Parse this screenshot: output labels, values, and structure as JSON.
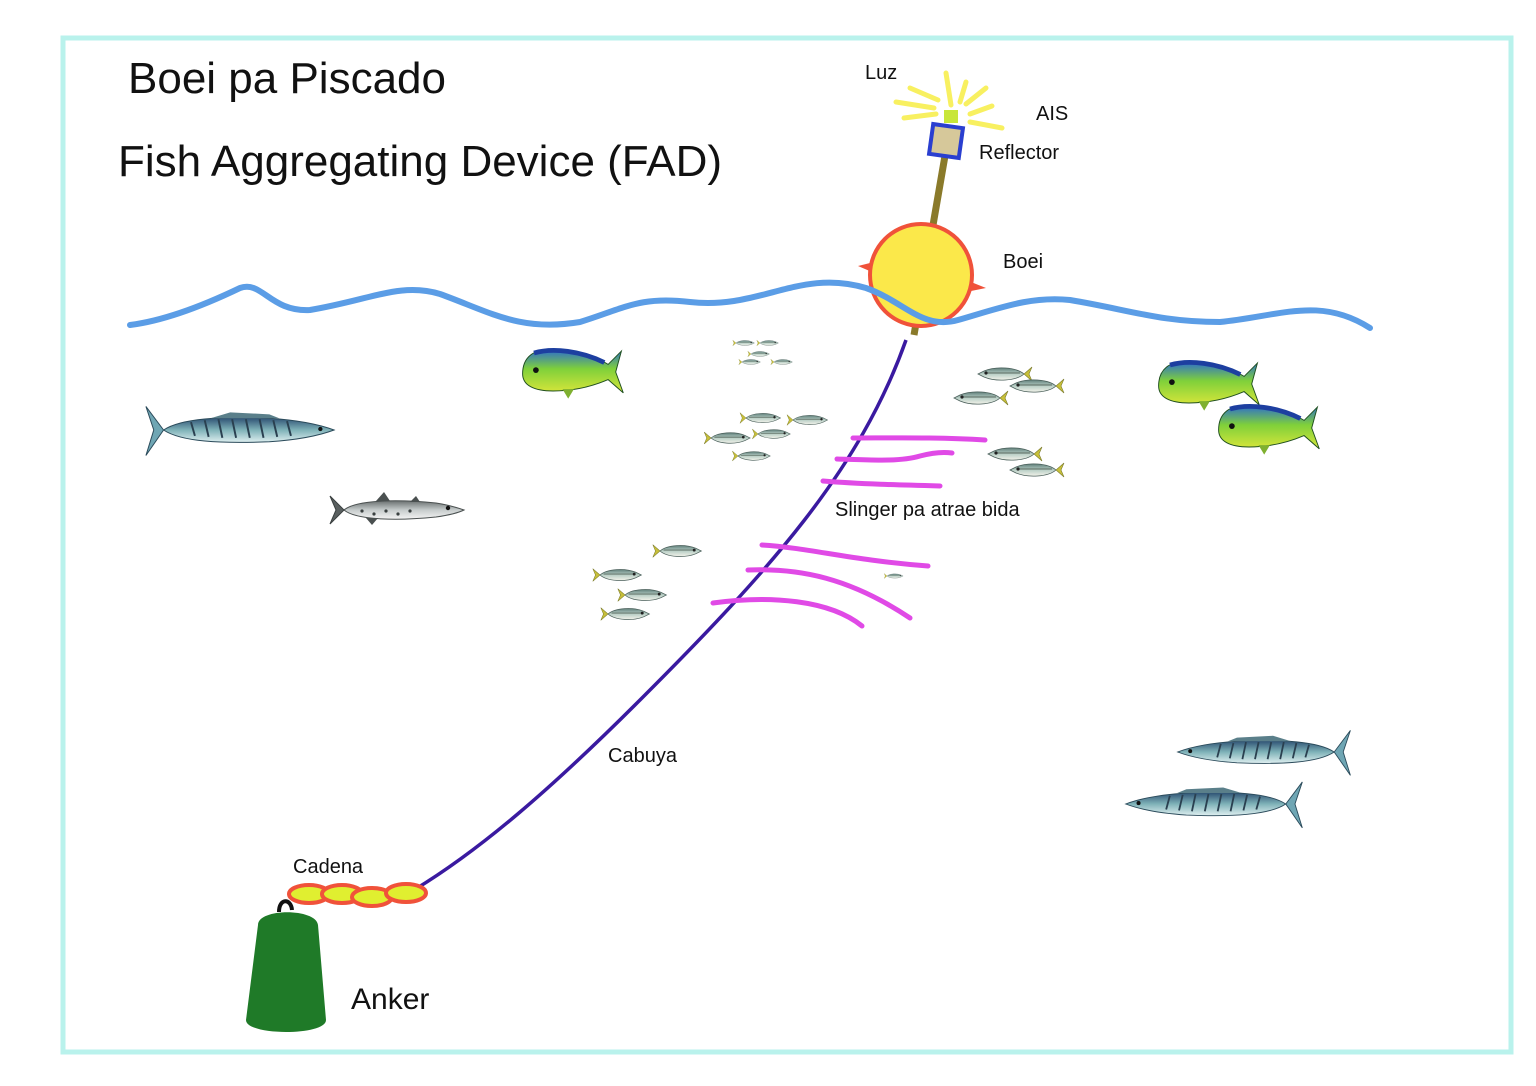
{
  "titles": {
    "local": "Boei pa Piscado",
    "english": "Fish Aggregating Device (FAD)"
  },
  "labels": {
    "light": "Luz",
    "ais": "AIS",
    "reflector": "Reflector",
    "buoy": "Boei",
    "attractors": "Slinger pa atrae bida",
    "rope": "Cabuya",
    "chain": "Cadena",
    "anchor": "Anker"
  },
  "colors": {
    "frame": "#b9f2ec",
    "water": "#5b9de6",
    "buoy_fill": "#fbe84a",
    "buoy_outline": "#f0523a",
    "mast": "#8a7a2a",
    "reflector_fill": "#d6c89a",
    "reflector_outline": "#2a3fd0",
    "ais_box": "#c8e63a",
    "light_rays": "#f8f060",
    "rope": "#3a1aa0",
    "attractor_strands": "#e04ae6",
    "chain_links": "#f0523a",
    "chain_fill": "#e0ef30",
    "anchor": "#1f7a28"
  }
}
